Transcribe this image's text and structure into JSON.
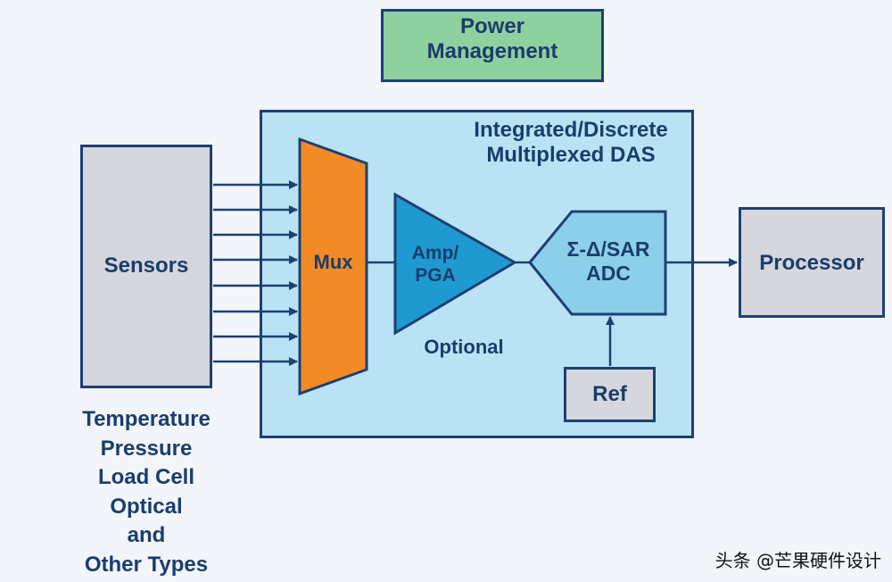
{
  "power": {
    "line1": "Power",
    "line2": "Management"
  },
  "das": {
    "line1": "Integrated/Discrete",
    "line2": "Multiplexed DAS"
  },
  "sensors": {
    "label": "Sensors"
  },
  "mux": {
    "label": "Mux"
  },
  "amp": {
    "line1": "Amp/",
    "line2": "PGA",
    "note": "Optional"
  },
  "adc": {
    "line1": "Σ-Δ/SAR",
    "line2": "ADC"
  },
  "ref": {
    "label": "Ref"
  },
  "processor": {
    "label": "Processor"
  },
  "sensor_types": [
    "Temperature",
    "Pressure",
    "Load Cell",
    "Optical",
    "and",
    "Other Types"
  ],
  "watermark": "头条 @芒果硬件设计",
  "colors": {
    "outline": "#1e3f73",
    "text": "#1a3d6c",
    "power_fill": "#8fd0a0",
    "das_fill": "#b9e3f4",
    "gray_fill": "#d5d7dc",
    "mux_fill": "#f28b25",
    "amp_fill": "#1e9ad1",
    "adc_fill": "#8ccfea"
  }
}
